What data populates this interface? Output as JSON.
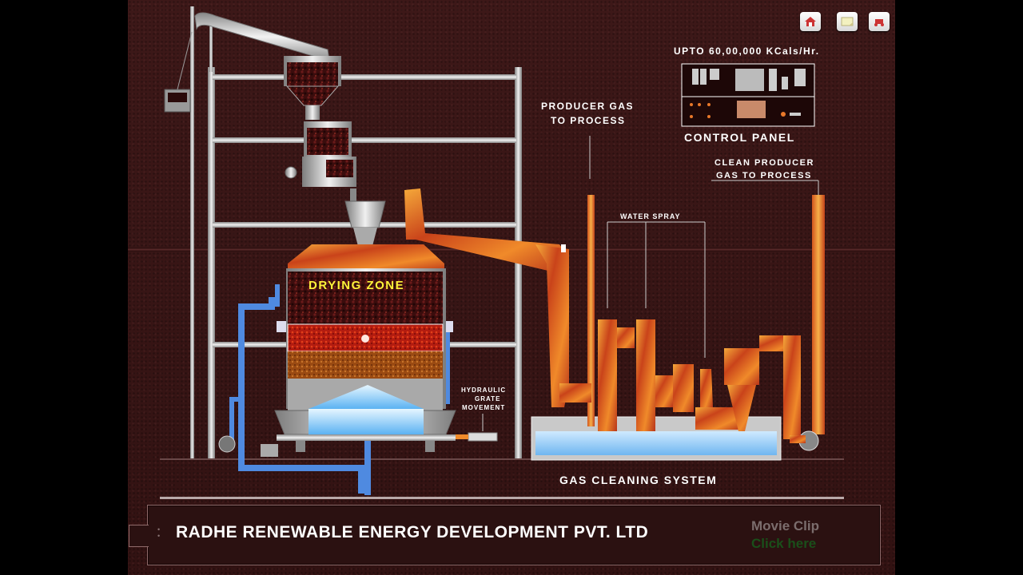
{
  "header": {
    "capacity": "UPTO 60,00,000 KCals/Hr.",
    "control_panel": "CONTROL PANEL"
  },
  "toolbar": {
    "home_icon": "home-icon",
    "note_icon": "note-icon",
    "close_icon": "close-icon"
  },
  "diagram": {
    "drying_zone": "DRYING ZONE",
    "producer_gas_line1": "PRODUCER GAS",
    "producer_gas_line2": "TO PROCESS",
    "clean_gas_line1": "CLEAN PRODUCER",
    "clean_gas_line2": "GAS TO PROCESS",
    "water_spray": "WATER SPRAY",
    "hydraulic_line1": "HYDRAULIC",
    "hydraulic_line2": "GRATE",
    "hydraulic_line3": "MOVEMENT",
    "gas_cleaning": "GAS CLEANING SYSTEM"
  },
  "footer": {
    "company": "RADHE RENEWABLE ENERGY DEVELOPMENT PVT. LTD",
    "movie_clip": "Movie Clip",
    "click_here": "Click here"
  },
  "colors": {
    "background": "#3a1616",
    "fire": "#e8782a",
    "water": "#8ec9ff",
    "pipe": "#c9c9c9"
  }
}
